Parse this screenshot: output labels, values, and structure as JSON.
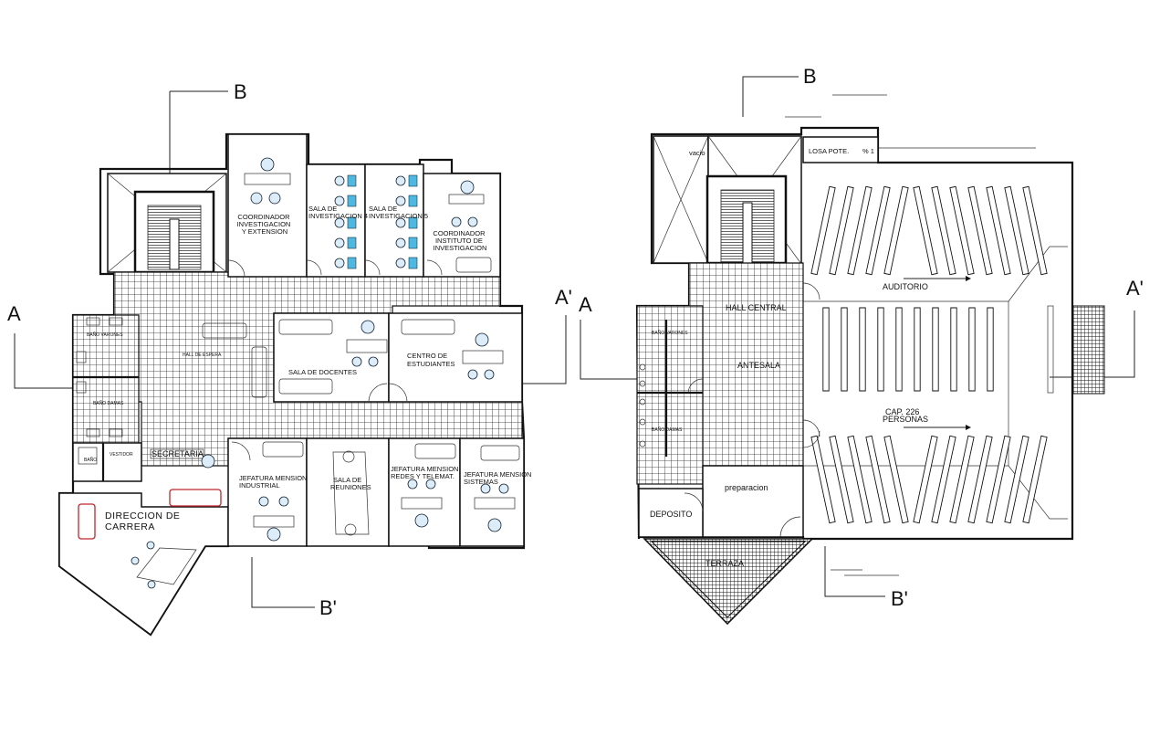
{
  "section_marks": {
    "b_left": "B",
    "b_prime_left": "B'",
    "a_left": "A",
    "a_prime_left": "A'",
    "b_right": "B",
    "b_prime_right": "B'",
    "a_right": "A",
    "a_prime_right": "A'"
  },
  "left_plan": {
    "rooms": [
      {
        "id": "coord-inv-ext",
        "lines": [
          "COORDINADOR",
          "INVESTIGACION",
          "Y EXTENSION"
        ]
      },
      {
        "id": "sala-inv-4",
        "lines": [
          "SALA DE",
          "INVESTIGACION 4"
        ]
      },
      {
        "id": "sala-inv-5",
        "lines": [
          "SALA DE",
          "INVESTIGACION 5"
        ]
      },
      {
        "id": "coord-instituto",
        "lines": [
          "COORDINADOR",
          "INSTITUTO DE",
          "INVESTIGACION"
        ]
      },
      {
        "id": "bano-varones",
        "lines": [
          "BAÑO VARONES"
        ]
      },
      {
        "id": "hall-espera",
        "lines": [
          "HALL DE ESPERA"
        ]
      },
      {
        "id": "sala-docentes",
        "lines": [
          "SALA DE DOCENTES"
        ]
      },
      {
        "id": "centro-estudiantes",
        "lines": [
          "CENTRO DE",
          "ESTUDIANTES"
        ]
      },
      {
        "id": "bano-damas",
        "lines": [
          "BAÑO DAMAS"
        ]
      },
      {
        "id": "vestidor",
        "lines": [
          "VESTIDOR"
        ]
      },
      {
        "id": "bano-small",
        "lines": [
          "BAÑO"
        ]
      },
      {
        "id": "secretaria",
        "lines": [
          "SECRETARIA"
        ]
      },
      {
        "id": "jef-industrial",
        "lines": [
          "JEFATURA MENSION",
          "INDUSTRIAL"
        ]
      },
      {
        "id": "sala-reuniones",
        "lines": [
          "SALA DE",
          "REUNIONES"
        ]
      },
      {
        "id": "jef-redes",
        "lines": [
          "JEFATURA MENSION",
          "REDES Y TELEMAT."
        ]
      },
      {
        "id": "jef-sistemas",
        "lines": [
          "JEFATURA MENSION",
          "SISTEMAS"
        ]
      },
      {
        "id": "direccion",
        "lines": [
          "DIRECCION DE",
          "CARRERA"
        ]
      }
    ]
  },
  "right_plan": {
    "rooms": [
      {
        "id": "vacio",
        "lines": [
          "vacio"
        ]
      },
      {
        "id": "losa",
        "lines": [
          "LOSA POTE.",
          "% 1"
        ]
      },
      {
        "id": "auditorio",
        "lines": [
          "AUDITORIO"
        ]
      },
      {
        "id": "hall-central",
        "lines": [
          "HALL CENTRAL"
        ]
      },
      {
        "id": "bano-varones-r",
        "lines": [
          "BAÑO VARONES"
        ]
      },
      {
        "id": "antesala",
        "lines": [
          "ANTESALA"
        ]
      },
      {
        "id": "capacidad",
        "lines": [
          "CAP. 226",
          "PERSONAS"
        ]
      },
      {
        "id": "bano-damas-r",
        "lines": [
          "BAÑO DAMAS"
        ]
      },
      {
        "id": "preparacion",
        "lines": [
          "preparacion"
        ]
      },
      {
        "id": "deposito",
        "lines": [
          "DEPOSITO"
        ]
      },
      {
        "id": "terraza",
        "lines": [
          "TERRAZA"
        ]
      }
    ]
  },
  "colors": {
    "linework": "#111111",
    "sofa": "#c0262b",
    "glass": "#4fb8e0",
    "background": "#ffffff"
  }
}
